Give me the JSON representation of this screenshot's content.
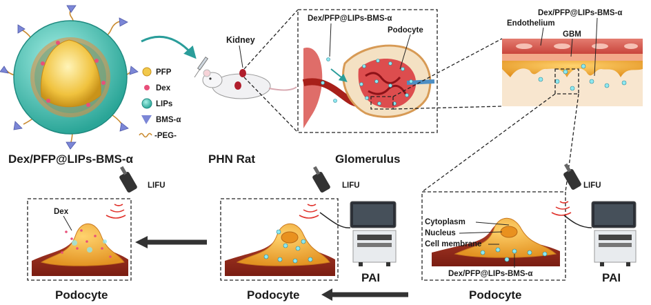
{
  "titles": {
    "nanoparticle": "Dex/PFP@LIPs-BMS-α",
    "rat": "PHN Rat",
    "glomerulus": "Glomerulus",
    "podocyte_left": "Podocyte",
    "podocyte_mid": "Podocyte",
    "podocyte_right": "Podocyte"
  },
  "legend": [
    {
      "label": "PFP",
      "color": "#f2c94c"
    },
    {
      "label": "Dex",
      "color": "#e8507a"
    },
    {
      "label": "LIPs",
      "color": "#3fbfae"
    },
    {
      "label": "BMS-α",
      "color": "#7b86d6"
    },
    {
      "label": "-PEG-",
      "color": "#d4a23a"
    }
  ],
  "labels": {
    "kidney": "Kidney",
    "glom_np": "Dex/PFP@LIPs-BMS-α",
    "podocyte_in_glom": "Podocyte",
    "endothelium": "Endothelium",
    "gbm": "GBM",
    "gbm_np": "Dex/PFP@LIPs-BMS-α",
    "lifu_left": "LIFU",
    "lifu_mid": "LIFU",
    "lifu_right": "LIFU",
    "dex_left": "Dex",
    "pai_mid": "PAI",
    "pai_right": "PAI",
    "cytoplasm": "Cytoplasm",
    "nucleus": "Nucleus",
    "cell_membrane": "Cell membrane",
    "cell_np": "Dex/PFP@LIPs-BMS-α"
  }
}
